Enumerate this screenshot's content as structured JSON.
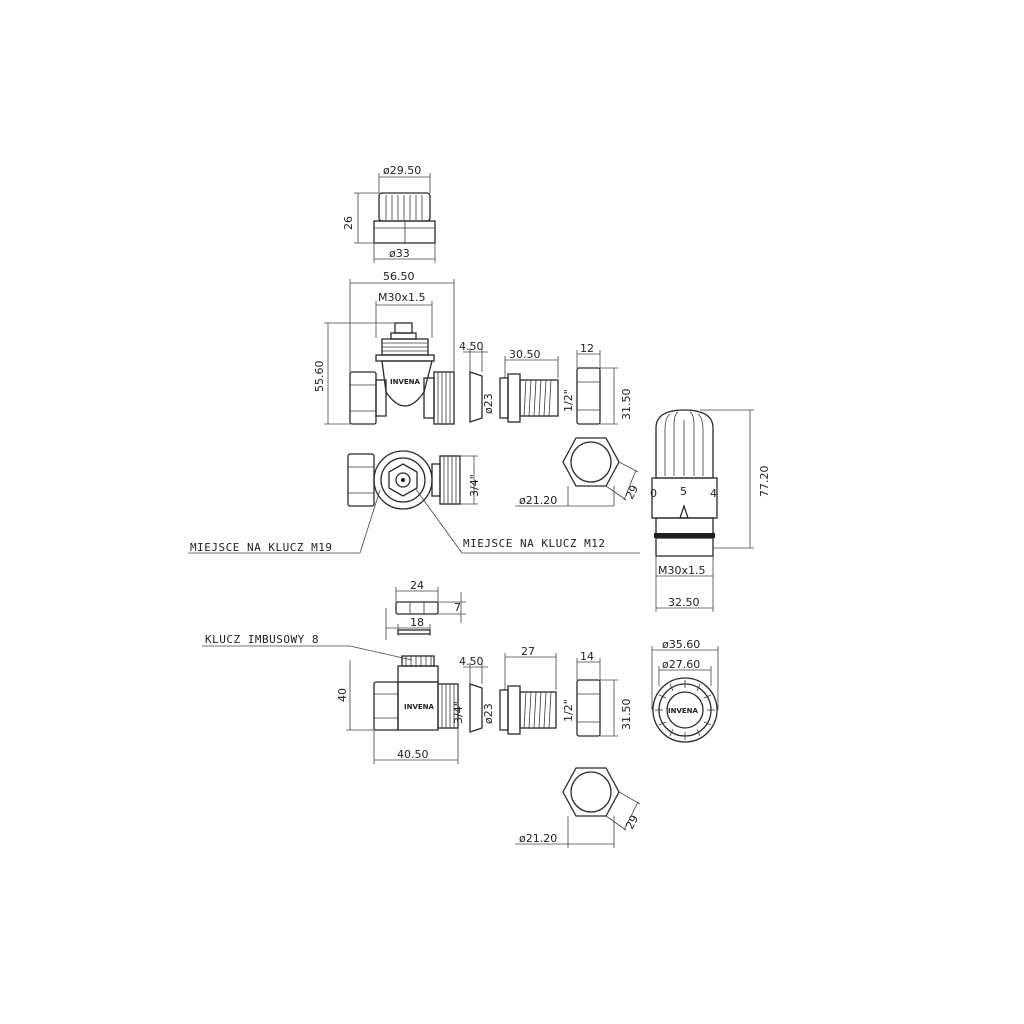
{
  "dims": {
    "d_29_50": "ø29.50",
    "h_26": "26",
    "d_33": "ø33",
    "w_56_50": "56.50",
    "m30_top": "M30x1.5",
    "h_55_60": "55.60",
    "w_4_50_top": "4.50",
    "w_30_50": "30.50",
    "w_12": "12",
    "d_23_top": "ø23",
    "thread_half_top": "1/2\"",
    "h_31_50_top": "31.50",
    "thread_34_top": "3/4\"",
    "d_21_20_top": "ø21.20",
    "hex_29_top": "29",
    "h_77_20": "77.20",
    "scale_0": "0",
    "scale_5": "5",
    "scale_4": "4",
    "m30_head": "M30x1.5",
    "w_32_50": "32.50",
    "w_24": "24",
    "h_7": "7",
    "w_18": "18",
    "w_4_50_bot": "4.50",
    "w_27": "27",
    "w_14": "14",
    "h_40": "40",
    "thread_34_bot": "3/4\"",
    "d_23_bot": "ø23",
    "thread_half_bot": "1/2\"",
    "h_31_50_bot": "31.50",
    "w_40_50": "40.50",
    "d_35_60": "ø35.60",
    "d_27_60": "ø27.60",
    "d_21_20_bot": "ø21.20",
    "hex_29_bot": "29"
  },
  "labels": {
    "wrench_m19": "MIEJSCE NA KLUCZ M19",
    "wrench_m12": "MIEJSCE NA KLUCZ M12",
    "hex_key": "KLUCZ IMBUSOWY 8"
  },
  "logos": {
    "brand_top": "INVENA",
    "brand_bottom": "INVENA",
    "brand_cap": "INVENA"
  }
}
